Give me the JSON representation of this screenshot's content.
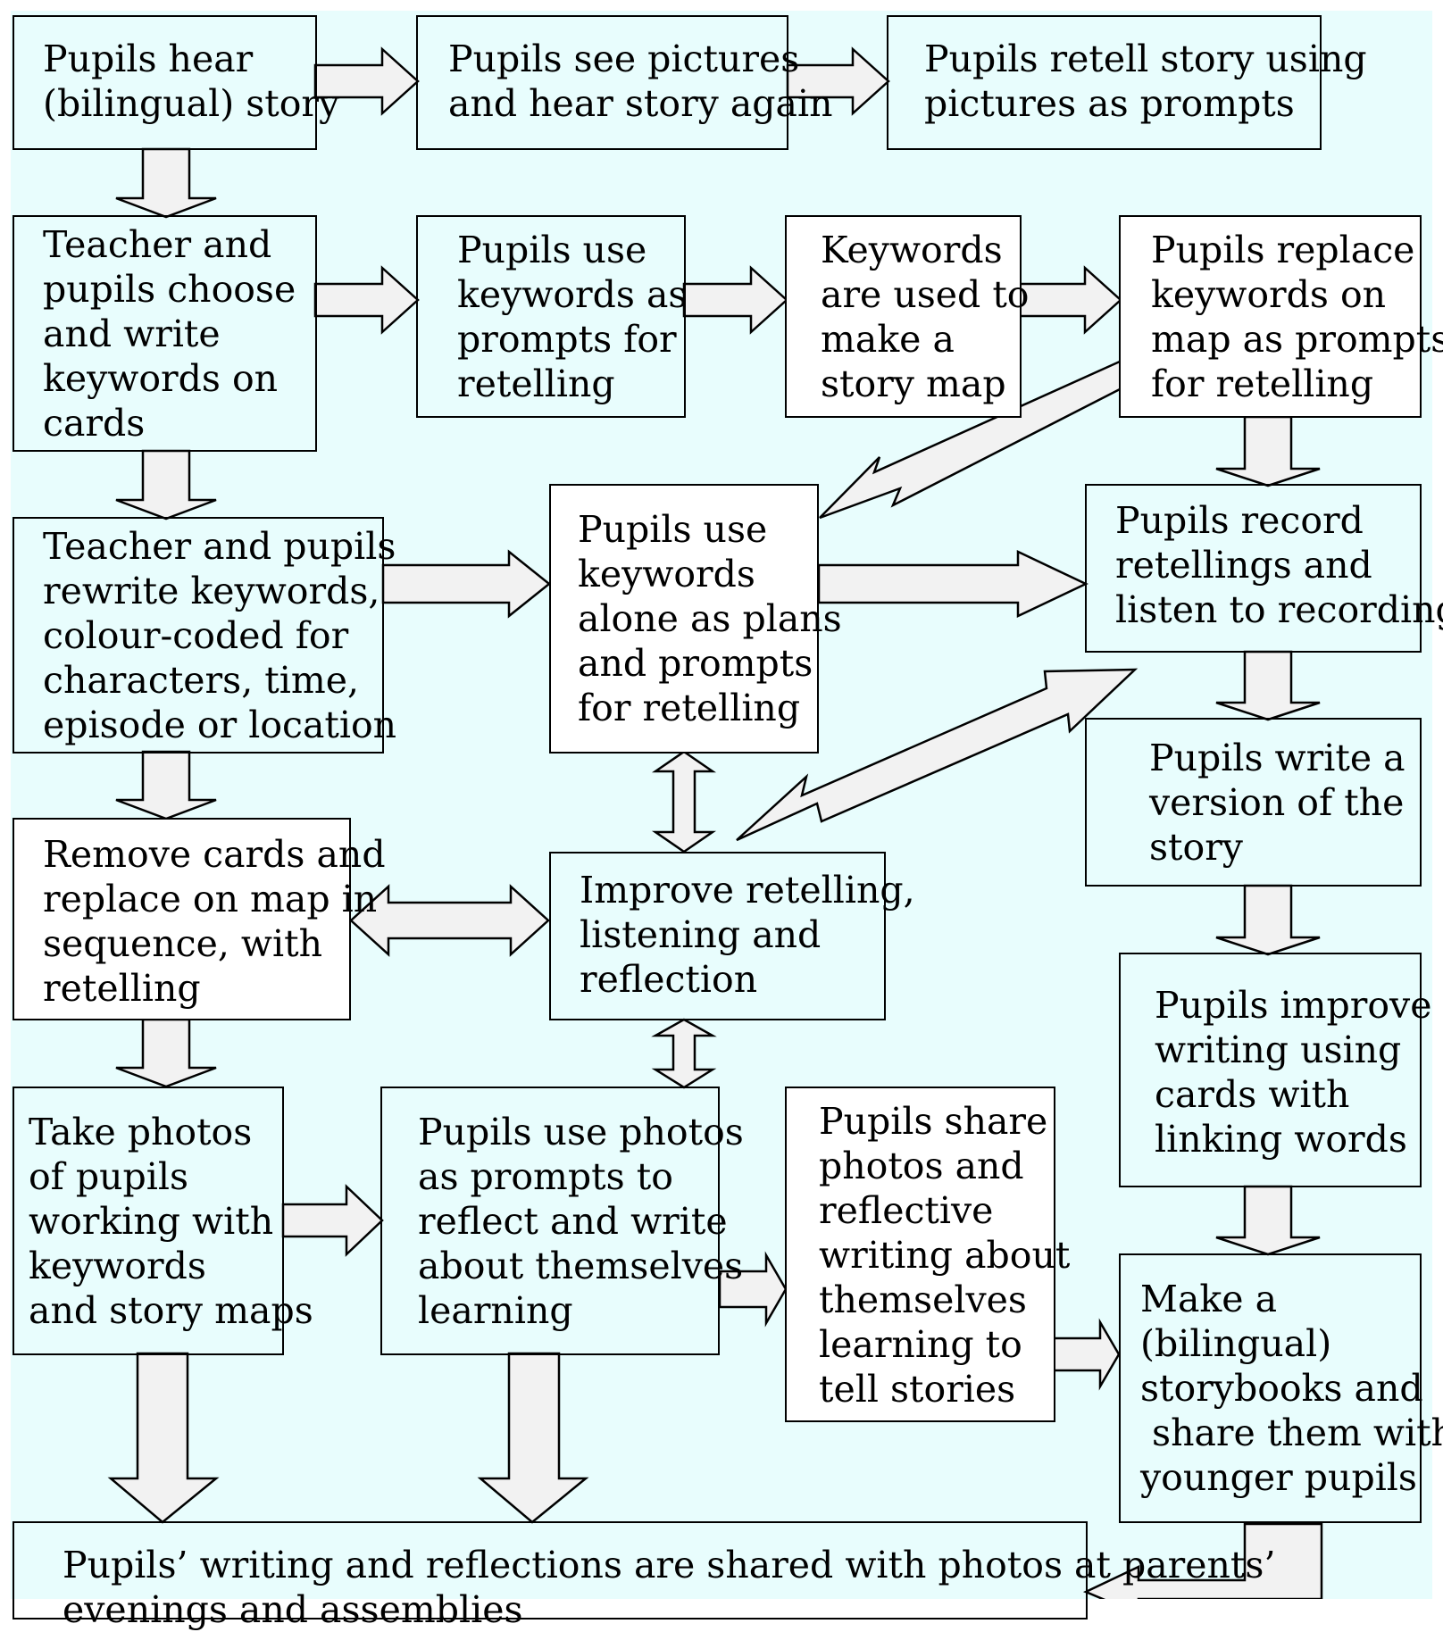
{
  "boxes": {
    "b1": "Pupils hear\n(bilingual) story",
    "b2": "Pupils see pictures\nand hear story again",
    "b3": "Pupils retell story using\npictures as prompts",
    "b4": "Teacher and\npupils choose\nand write\nkeywords on\ncards",
    "b5": "Pupils use\nkeywords as\nprompts for\nretelling",
    "b6": "Keywords\nare used to\nmake a\nstory map",
    "b7": "Pupils replace\nkeywords on\nmap as prompts\nfor retelling",
    "b8": "Teacher and pupils\nrewrite keywords,\ncolour-coded for\ncharacters, time,\nepisode or location",
    "b9": "Pupils use\nkeywords\nalone as plans\nand prompts\nfor retelling",
    "b10": "Pupils record\nretellings and\nlisten to recording",
    "b11": "Pupils write a\nversion of the\nstory",
    "b12": "Remove cards and\nreplace on map in\nsequence, with\nretelling",
    "b13": "Improve retelling,\nlistening and\nreflection",
    "b14": "Pupils improve\nwriting using\ncards with\nlinking words",
    "b15": "Take photos\nof pupils\nworking with\nkeywords\nand story maps",
    "b16": "Pupils use photos\nas prompts to\nreflect and write\nabout themselves\nlearning",
    "b17": "Pupils share\nphotos and\nreflective\nwriting about\nthemselves\nlearning to\ntell stories",
    "b18": "Make a\n(bilingual)\nstorybooks and\n share them with\nyounger pupils",
    "b19": "Pupils’ writing and reflections are shared with photos at parents’\nevenings and assemblies"
  },
  "colors": {
    "background": "#e8fdfd",
    "arrow_fill": "#f2f2f2",
    "stroke": "#000000"
  }
}
